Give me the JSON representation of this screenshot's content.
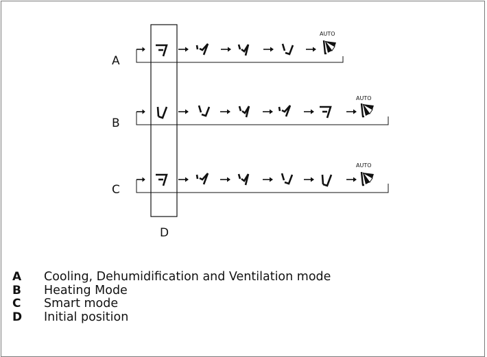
{
  "diagram": {
    "rows": [
      {
        "label": "A",
        "auto_label": "AUTO"
      },
      {
        "label": "B",
        "auto_label": "AUTO"
      },
      {
        "label": "C",
        "auto_label": "AUTO"
      }
    ],
    "column_label": "D"
  },
  "legend": [
    {
      "key": "A",
      "text": "Cooling, Dehumidification and Ventilation mode"
    },
    {
      "key": "B",
      "text": "Heating Mode"
    },
    {
      "key": "C",
      "text": "Smart mode"
    },
    {
      "key": "D",
      "text": "Initial position"
    }
  ]
}
